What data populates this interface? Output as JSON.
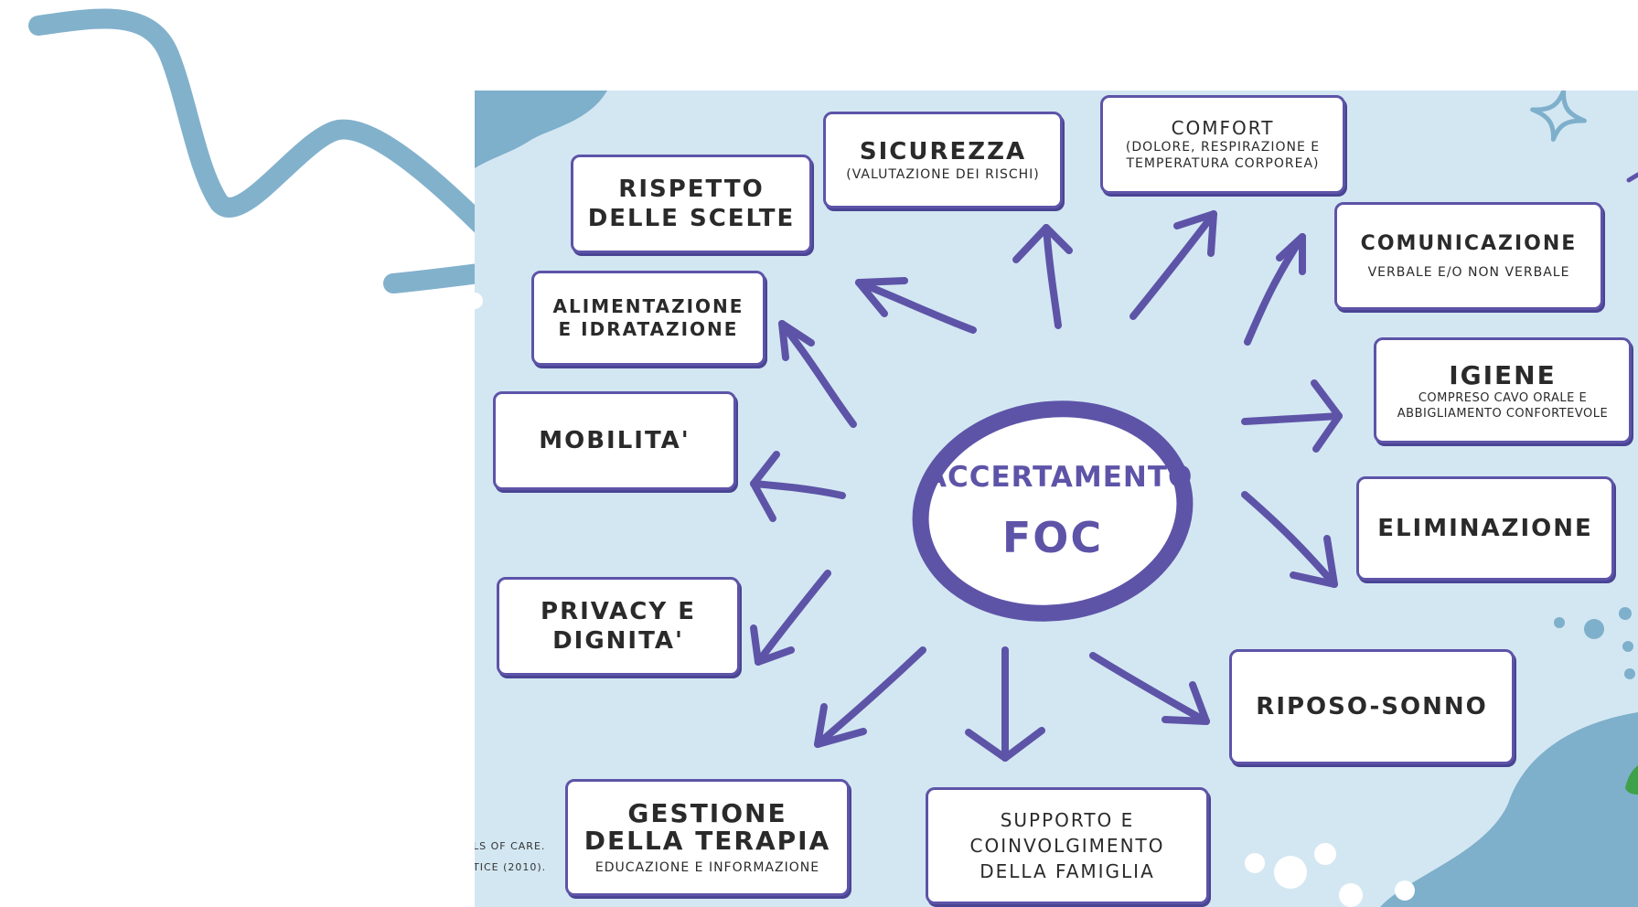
{
  "center": {
    "line1": "ACCERTAMENTO",
    "line2": "FOC"
  },
  "boxes": {
    "rispetto": {
      "line1": "RISPETTO",
      "line2": "DELLE SCELTE"
    },
    "sicurezza": {
      "title": "SICUREZZA",
      "sub": "(VALUTAZIONE DEI RISCHI)"
    },
    "comfort": {
      "title": "COMFORT",
      "sub1": "(DOLORE, RESPIRAZIONE E",
      "sub2": "TEMPERATURA CORPOREA)"
    },
    "comunicazione": {
      "title": "COMUNICAZIONE",
      "sub": "VERBALE E/O NON VERBALE"
    },
    "alimentazione": {
      "line1": "ALIMENTAZIONE",
      "line2": "E IDRATAZIONE"
    },
    "igiene": {
      "title": "IGIENE",
      "sub1": "COMPRESO CAVO ORALE E",
      "sub2": "ABBIGLIAMENTO CONFORTEVOLE"
    },
    "mobilita": {
      "title": "MOBILITA'"
    },
    "eliminazione": {
      "title": "ELIMINAZIONE"
    },
    "privacy": {
      "line1": "PRIVACY E",
      "line2": "DIGNITA'"
    },
    "riposo": {
      "title": "RIPOSO-SONNO"
    },
    "terapia": {
      "line1": "GESTIONE",
      "line2": "DELLA TERAPIA",
      "sub": "EDUCAZIONE E INFORMAZIONE"
    },
    "supporto": {
      "line1": "SUPPORTO E",
      "line2": "COINVOLGIMENTO",
      "line3": "DELLA FAMIGLIA"
    }
  },
  "footnote": {
    "line1": "LS OF CARE.",
    "line2": "TICE (2010)."
  },
  "colors": {
    "panel": "#d3e7f2",
    "accent": "#5d54a8",
    "pointer_arrow": "#82b1cc",
    "blob": "#7eafcb"
  },
  "icons": [
    "curly-pointer-arrow",
    "sparkle-icon"
  ]
}
